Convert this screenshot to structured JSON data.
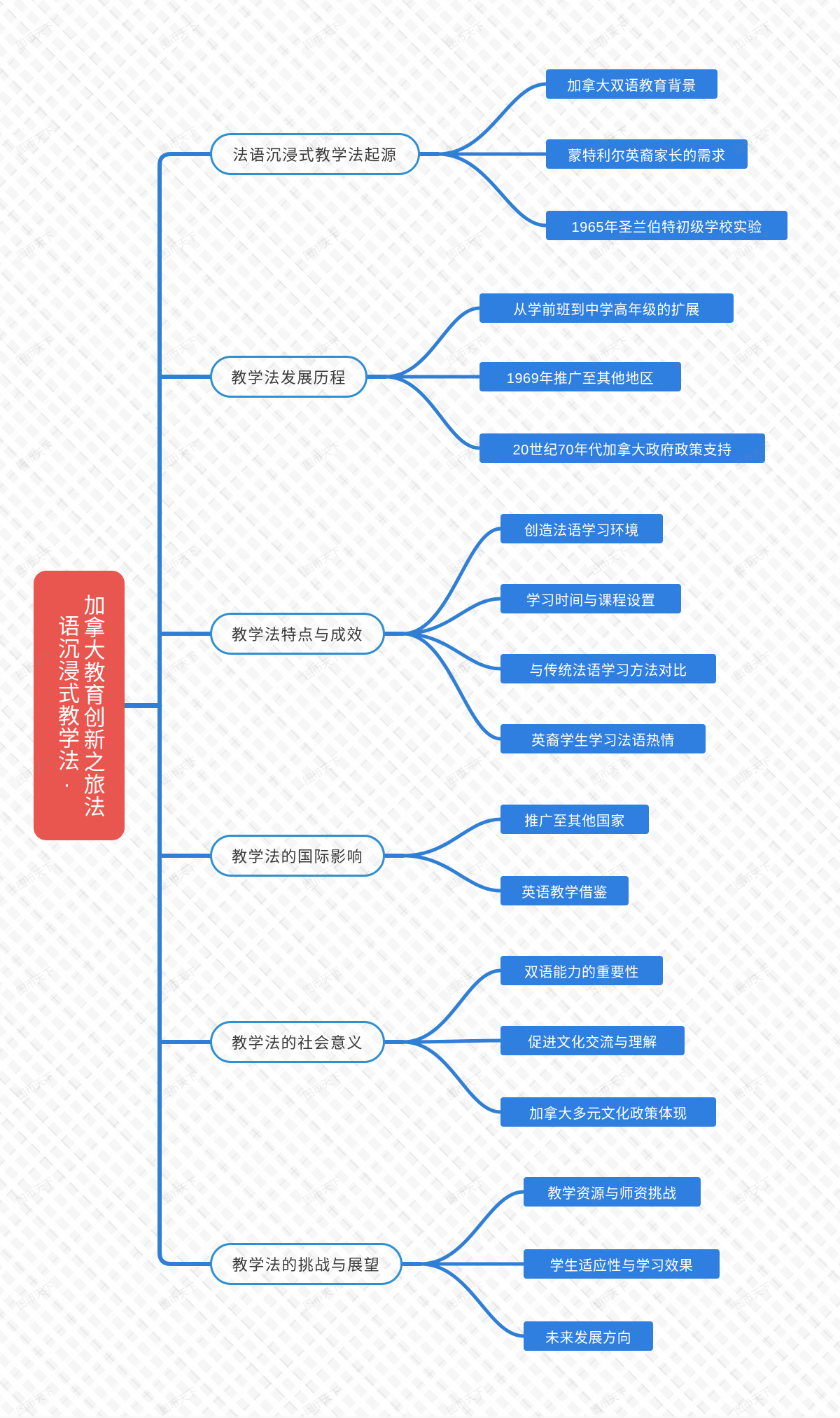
{
  "diagram": {
    "type": "mind-map",
    "watermark_text": "图币天下",
    "colors": {
      "root_fill": "#e8564f",
      "branch_stroke": "#2f8fd0",
      "leaf_fill": "#2f7fe0",
      "link_stroke": "#2f7fd6",
      "root_text": "#ffffff",
      "branch_text": "#3a3a3a",
      "leaf_text": "#ffffff",
      "background": "#f6f6f6"
    },
    "root": {
      "label": "加拿大教育创新之旅法语沉浸式教学法·",
      "column_right": "加拿大教育创新之旅",
      "column_left": "法语沉浸式教学法·"
    },
    "branches": [
      {
        "label": "法语沉浸式教学法起源",
        "children": [
          {
            "label": "加拿大双语教育背景"
          },
          {
            "label": "蒙特利尔英裔家长的需求"
          },
          {
            "label": "1965年圣兰伯特初级学校实验"
          }
        ]
      },
      {
        "label": "教学法发展历程",
        "children": [
          {
            "label": "从学前班到中学高年级的扩展"
          },
          {
            "label": "1969年推广至其他地区"
          },
          {
            "label": "20世纪70年代加拿大政府政策支持"
          }
        ]
      },
      {
        "label": "教学法特点与成效",
        "children": [
          {
            "label": "创造法语学习环境"
          },
          {
            "label": "学习时间与课程设置"
          },
          {
            "label": "与传统法语学习方法对比"
          },
          {
            "label": "英裔学生学习法语热情"
          }
        ]
      },
      {
        "label": "教学法的国际影响",
        "children": [
          {
            "label": "推广至其他国家"
          },
          {
            "label": "英语教学借鉴"
          }
        ]
      },
      {
        "label": "教学法的社会意义",
        "children": [
          {
            "label": "双语能力的重要性"
          },
          {
            "label": "促进文化交流与理解"
          },
          {
            "label": "加拿大多元文化政策体现"
          }
        ]
      },
      {
        "label": "教学法的挑战与展望",
        "children": [
          {
            "label": "教学资源与师资挑战"
          },
          {
            "label": "学生适应性与学习效果"
          },
          {
            "label": "未来发展方向"
          }
        ]
      }
    ]
  }
}
